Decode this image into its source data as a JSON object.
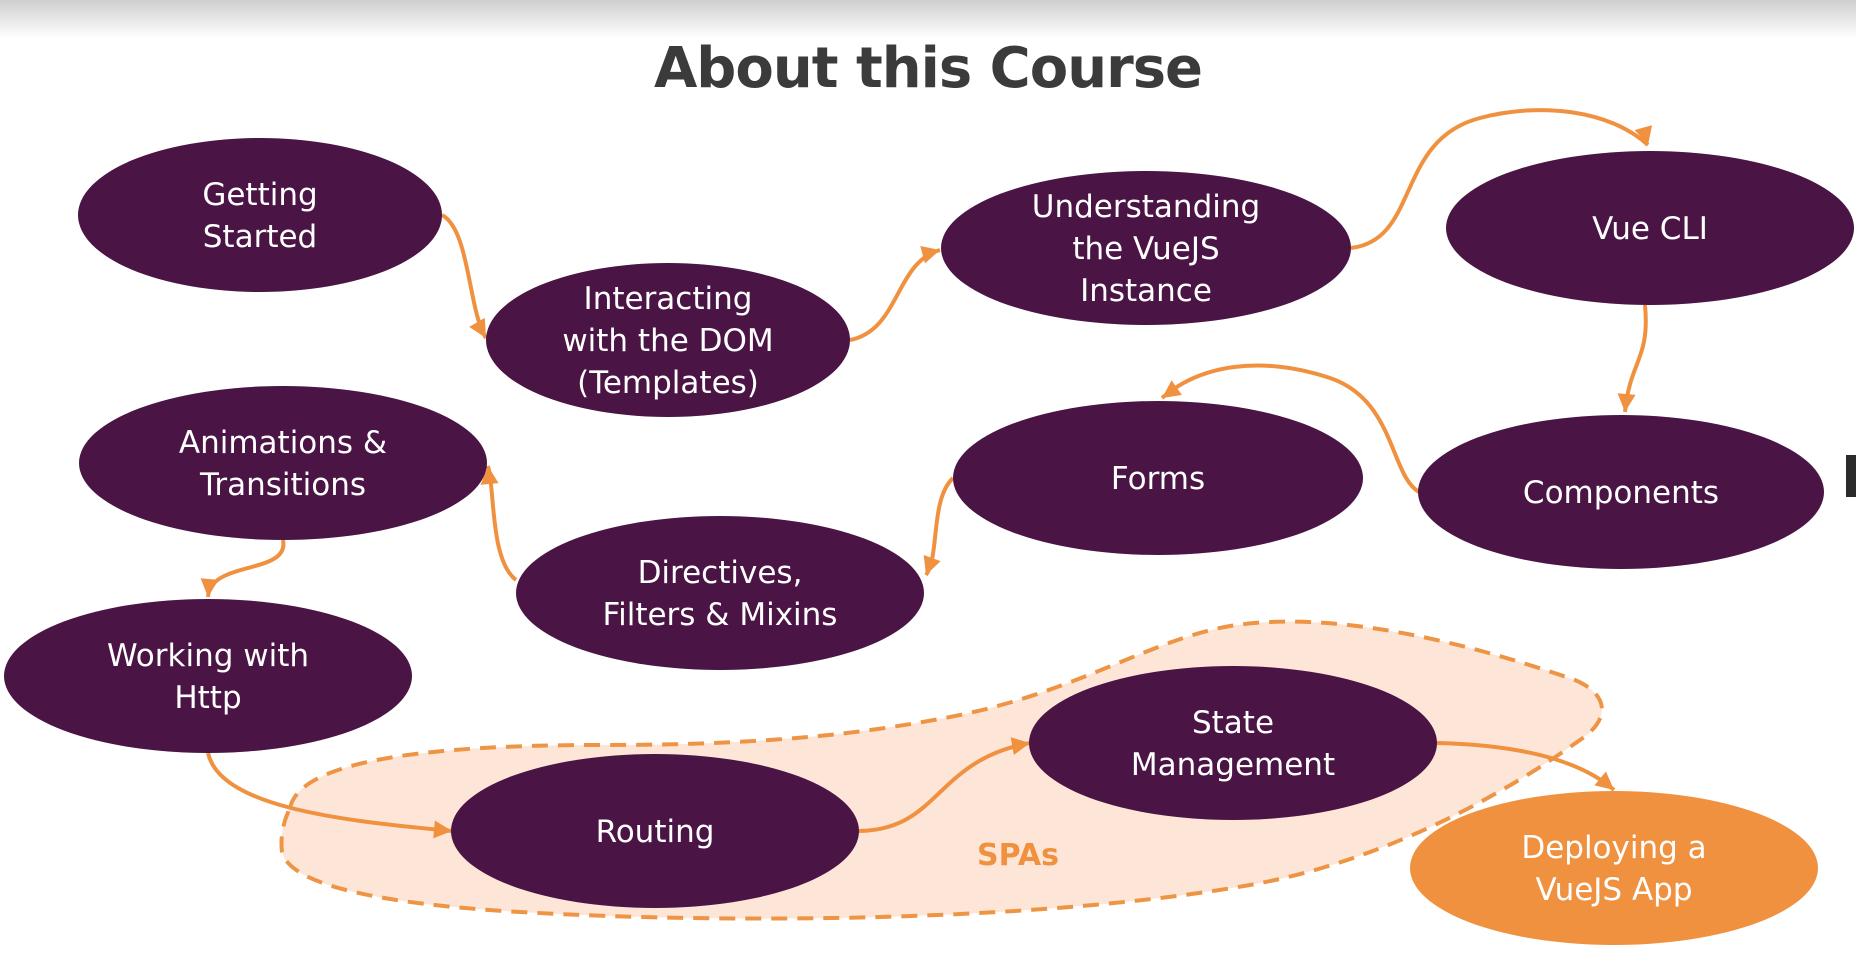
{
  "title": "About this Course",
  "colors": {
    "node": "#4a1445",
    "node_highlight": "#f0913f",
    "edge": "#f0913f",
    "region_fill": "#fde6d8",
    "region_stroke": "#ee9545",
    "title": "#3b3b3b"
  },
  "region": {
    "label": "SPAs"
  },
  "nodes": [
    {
      "id": "getting-started",
      "lines": [
        "Getting",
        "Started"
      ],
      "highlight": false
    },
    {
      "id": "interacting-dom",
      "lines": [
        "Interacting",
        "with the DOM",
        "(Templates)"
      ],
      "highlight": false
    },
    {
      "id": "vuejs-instance",
      "lines": [
        "Understanding",
        "the VueJS",
        "Instance"
      ],
      "highlight": false
    },
    {
      "id": "vue-cli",
      "lines": [
        "Vue CLI"
      ],
      "highlight": false
    },
    {
      "id": "components",
      "lines": [
        "Components"
      ],
      "highlight": false
    },
    {
      "id": "forms",
      "lines": [
        "Forms"
      ],
      "highlight": false
    },
    {
      "id": "directives",
      "lines": [
        "Directives,",
        "Filters & Mixins"
      ],
      "highlight": false
    },
    {
      "id": "animations",
      "lines": [
        "Animations &",
        "Transitions"
      ],
      "highlight": false
    },
    {
      "id": "http",
      "lines": [
        "Working with",
        "Http"
      ],
      "highlight": false
    },
    {
      "id": "routing",
      "lines": [
        "Routing"
      ],
      "highlight": false
    },
    {
      "id": "state-management",
      "lines": [
        "State",
        "Management"
      ],
      "highlight": false
    },
    {
      "id": "deploying",
      "lines": [
        "Deploying a",
        "VueJS App"
      ],
      "highlight": true
    }
  ],
  "edges": [
    {
      "from": "getting-started",
      "to": "interacting-dom"
    },
    {
      "from": "interacting-dom",
      "to": "vuejs-instance"
    },
    {
      "from": "vuejs-instance",
      "to": "vue-cli"
    },
    {
      "from": "vue-cli",
      "to": "components"
    },
    {
      "from": "components",
      "to": "forms"
    },
    {
      "from": "forms",
      "to": "directives"
    },
    {
      "from": "directives",
      "to": "animations"
    },
    {
      "from": "animations",
      "to": "http"
    },
    {
      "from": "http",
      "to": "routing"
    },
    {
      "from": "routing",
      "to": "state-management"
    },
    {
      "from": "state-management",
      "to": "deploying"
    }
  ]
}
